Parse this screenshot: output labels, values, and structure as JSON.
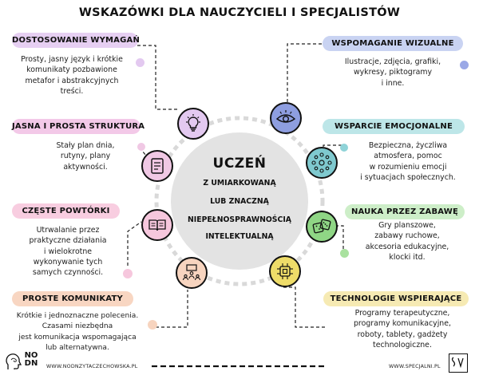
{
  "title": "WSKAZÓWKI DLA NAUCZYCIELI I SPECJALISTÓW",
  "center": {
    "heading": "UCZEŃ",
    "lines": [
      "Z UMIARKOWANĄ",
      "LUB ZNACZNĄ",
      "NIEPEŁNOSPRAWNOŚCIĄ",
      "INTELEKTUALNĄ"
    ]
  },
  "cards": [
    {
      "label": "DOSTOSOWANIE WYMAGAŃ",
      "color": "#e6cff2",
      "icon": "lightbulb-icon",
      "text": [
        "Prosty, jasny język i krótkie",
        "komunikaty pozbawione",
        "metafor i abstrakcyjnych",
        "treści."
      ]
    },
    {
      "label": "JASNA I PROSTA STRUKTURA",
      "color": "#f3c9e8",
      "icon": "checklist-icon",
      "text": [
        "Stały plan dnia,",
        "rutyny, plany",
        "aktywności."
      ]
    },
    {
      "label": "CZĘSTE POWTÓRKI",
      "color": "#f8cde0",
      "icon": "book-icon",
      "text": [
        "Utrwalanie  przez",
        "praktyczne działania",
        "i wielokrotne",
        "wykonywanie tych",
        "samych czynności."
      ]
    },
    {
      "label": "PROSTE KOMUNIKATY",
      "color": "#f8d6c2",
      "icon": "teacher-board-icon",
      "text": [
        "Krótkie i jednoznaczne polecenia.",
        "Czasami niezbędna",
        "jest komunikacja wspomagająca",
        "lub alternatywna."
      ]
    },
    {
      "label": "WSPOMAGANIE WIZUALNE",
      "color": "#c9d3f2",
      "icon": "eye-icon",
      "text": [
        "Ilustracje, zdjęcia, grafiki,",
        "wykresy, piktogramy",
        "i inne."
      ]
    },
    {
      "label": "WSPARCIE EMOCJONALNE",
      "color": "#bde6e8",
      "icon": "support-circle-icon",
      "text": [
        "Bezpieczna, życzliwa",
        "atmosfera, pomoc",
        "w rozumieniu emocji",
        "i sytuacjach społecznych."
      ]
    },
    {
      "label": "NAUKA PRZEZ ZABAWĘ",
      "color": "#cdeec8",
      "icon": "dice-icon",
      "text": [
        "Gry planszowe,",
        "zabawy ruchowe,",
        "akcesoria edukacyjne,",
        "klocki itd."
      ]
    },
    {
      "label": "TECHNOLOGIE WSPIERAJĄCE",
      "color": "#f6eab3",
      "icon": "chip-icon",
      "text": [
        "Programy terapeutyczne,",
        "programy komunikacyjne,",
        "roboty, tablety, gadżety",
        "technologiczne."
      ]
    }
  ],
  "footer": {
    "left_logo": [
      "NO",
      "DN"
    ],
    "left_url": "WWW.NODNZYTACZECHOWSKA.PL",
    "right_url": "WWW.SPECJALNI.PL"
  }
}
